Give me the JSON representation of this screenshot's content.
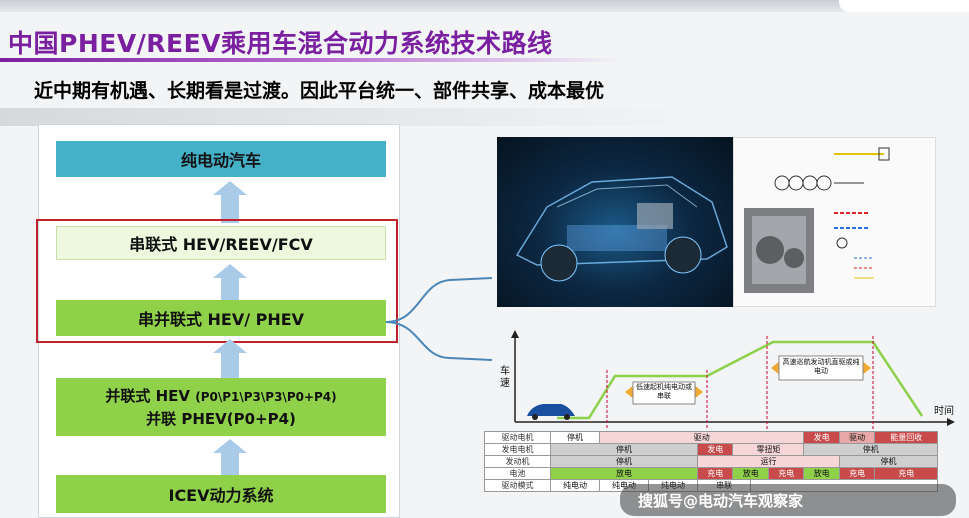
{
  "slide": {
    "title": "中国PHEV/REEV乘用车混合动力系统技术路线",
    "subtitle": "近中期有机遇、长期看是过渡。因此平台统一、部件共享、成本最优"
  },
  "roadmap": {
    "bev": "纯电动汽车",
    "series": "串联式 HEV/REEV/FCV",
    "series_parallel": "串并联式 HEV/ PHEV",
    "parallel_line1_main": "并联式 HEV ",
    "parallel_line1_detail": "(P0\\P1\\P3\\P3\\P0+P4)",
    "parallel_line2": "并联 PHEV(P0+P4)",
    "icev": "ICEV动力系统"
  },
  "mode_chart": {
    "y_label_top": "车",
    "y_label_bottom": "速",
    "x_label": "时间",
    "note_low": "低速起机纯电动或串联",
    "note_high": "高速巡航发动机直驱或纯电动"
  },
  "mode_table": {
    "rows": [
      {
        "label": "驱动电机",
        "cells": [
          [
            "停机",
            1,
            "w"
          ],
          [
            "驱动",
            9,
            "pk"
          ],
          [
            "发电",
            2,
            "dr"
          ],
          [
            "驱动",
            1,
            "r"
          ],
          [
            "能量回收",
            2,
            "dr"
          ]
        ]
      },
      {
        "label": "发电电机",
        "cells": [
          [
            "停机",
            3,
            "g"
          ],
          [
            "发电",
            2,
            "dr"
          ],
          [
            "零扭矩",
            5,
            "pk"
          ],
          [
            "停机",
            5,
            "g"
          ]
        ]
      },
      {
        "label": "发动机",
        "cells": [
          [
            "停机",
            3,
            "g"
          ],
          [
            "运行",
            9,
            "pk"
          ],
          [
            "停机",
            3,
            "g"
          ]
        ]
      },
      {
        "label": "电池",
        "cells": [
          [
            "放电",
            3,
            "gr"
          ],
          [
            "充电",
            2,
            "dr"
          ],
          [
            "放电",
            2,
            "gr"
          ],
          [
            "充电",
            3,
            "dr"
          ],
          [
            "放电",
            1,
            "gr"
          ],
          [
            "充电",
            2,
            "dr"
          ],
          [
            "充电",
            2,
            "dr"
          ]
        ]
      },
      {
        "label": "驱动模式",
        "cells": [
          [
            "纯电动",
            1,
            "w"
          ],
          [
            "纯电动",
            1,
            "w"
          ],
          [
            "纯电动",
            1,
            "w"
          ],
          [
            "串联",
            3,
            "w"
          ],
          [
            "",
            9,
            "w"
          ]
        ]
      }
    ]
  },
  "watermark": "搜狐号@电动汽车观察家"
}
